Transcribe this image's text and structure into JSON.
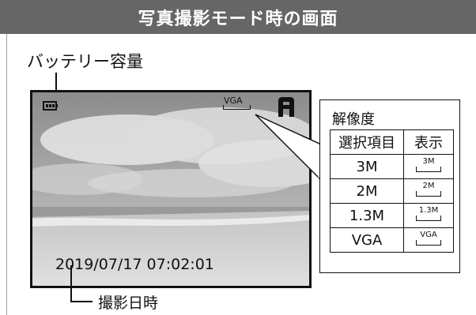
{
  "header": {
    "title": "写真撮影モード時の画面"
  },
  "callouts": {
    "battery": "バッテリー容量",
    "datetime_label": "撮影日時"
  },
  "screen": {
    "datetime": "2019/07/17 07:02:01",
    "resolution_indicator": "VGA",
    "mode_icon": "A-mode-icon",
    "battery_icon": "battery-icon"
  },
  "resolution": {
    "title": "解像度",
    "headers": [
      "選択項目",
      "表示"
    ],
    "rows": [
      {
        "item": "3M",
        "badge": "3M"
      },
      {
        "item": "2M",
        "badge": "2M"
      },
      {
        "item": "1.3M",
        "badge": "1.3M"
      },
      {
        "item": "VGA",
        "badge": "VGA"
      }
    ]
  },
  "colors": {
    "header_bg": "#666666",
    "header_text": "#ffffff",
    "frame": "#111111"
  }
}
